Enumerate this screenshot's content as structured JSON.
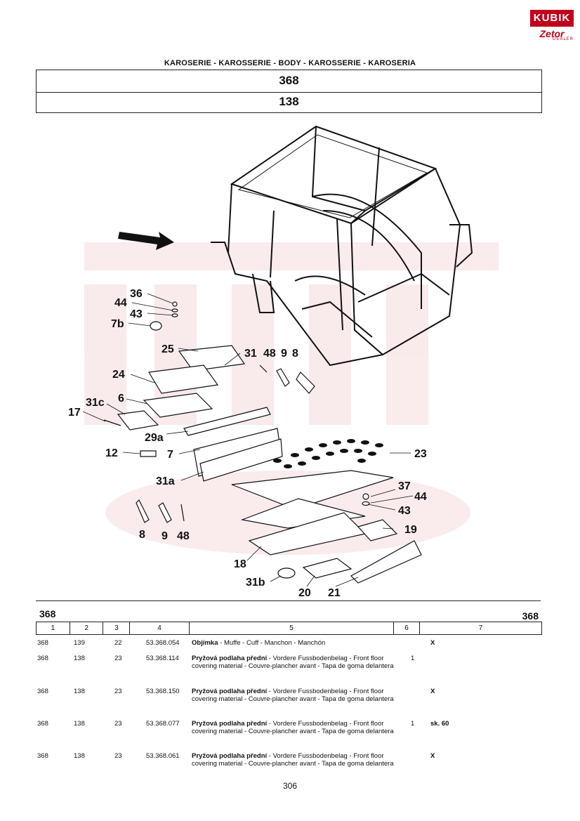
{
  "brand": {
    "logo_top": "KUBIK",
    "logo_bottom": "Zetor",
    "logo_sub": "DEALER"
  },
  "heading": "KAROSERIE - KAROSSERIE - BODY - KAROSSERIE - KAROSERIA",
  "group_number": "368",
  "subgroup_number": "138",
  "callouts": [
    "36",
    "44",
    "43",
    "7b",
    "25",
    "31",
    "48",
    "9",
    "8",
    "24",
    "6",
    "31c",
    "17",
    "29a",
    "12",
    "7",
    "23",
    "31a",
    "37",
    "44",
    "43",
    "19",
    "8",
    "9",
    "48",
    "18",
    "31b",
    "20",
    "21"
  ],
  "table": {
    "group_left": "368",
    "group_right": "368",
    "columns": [
      "1",
      "2",
      "3",
      "4",
      "5",
      "6",
      "7"
    ],
    "rows": [
      {
        "c1": "368",
        "c2": "139",
        "c3": "22",
        "c4": "53.368.054",
        "name": "Objímka",
        "desc": " - Muffe - Cuff - Manchon - Manchón",
        "c6": "",
        "c7": "X"
      },
      {
        "c1": "368",
        "c2": "138",
        "c3": "23",
        "c4": "53.368.114",
        "name": "Pryžová podlaha přední",
        "desc": " - Vordere Fussbodenbelag - Front floor covering material - Couvre-plancher avant - Tapa de goma delantera",
        "c6": "1",
        "c7": ""
      },
      {
        "c1": "368",
        "c2": "138",
        "c3": "23",
        "c4": "53.368.150",
        "name": "Pryžová podlaha přední",
        "desc": " - Vordere Fussbodenbelag - Front floor covering material - Couvre-plancher avant - Tapa de goma delantera",
        "c6": "",
        "c7": "X"
      },
      {
        "c1": "368",
        "c2": "138",
        "c3": "23",
        "c4": "53.368.077",
        "name": "Pryžová podlaha přední",
        "desc": " - Vordere Fussbodenbelag - Front floor covering material - Couvre-plancher avant - Tapa de goma delantera",
        "c6": "1",
        "c7": "sk. 60"
      },
      {
        "c1": "368",
        "c2": "138",
        "c3": "23",
        "c4": "53.368.061",
        "name": "Pryžová podlaha přední",
        "desc": " - Vordere Fussbodenbelag - Front floor covering material - Couvre-plancher avant - Tapa de goma delantera",
        "c6": "",
        "c7": "X"
      }
    ]
  },
  "page_number": "306"
}
